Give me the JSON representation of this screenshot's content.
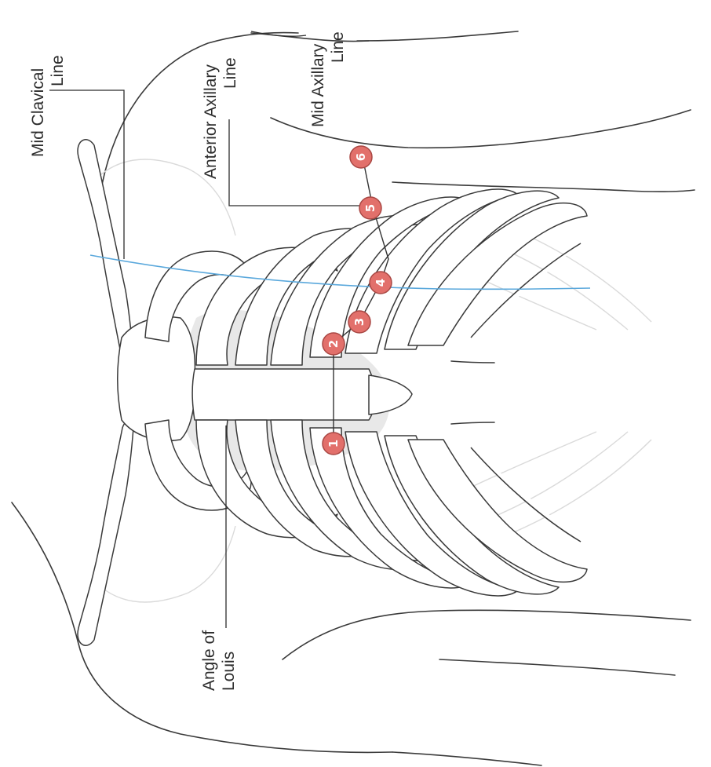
{
  "labels": {
    "mid_clavical": [
      "Mid Clavical",
      "Line"
    ],
    "anterior_axillary": [
      "Anterior Axillary",
      "Line"
    ],
    "mid_axillary": [
      "Mid Axillary",
      "Line"
    ],
    "angle_of_louis": [
      "Angle of",
      "Louis"
    ]
  },
  "electrodes": [
    "1",
    "2",
    "3",
    "4",
    "5",
    "6"
  ],
  "colors": {
    "electrode_fill": "#e2706b",
    "mid_clavicular_line": "#5aa8dc",
    "heart_shadow": "#e6e6e6",
    "outline": "#3a3a3a"
  }
}
